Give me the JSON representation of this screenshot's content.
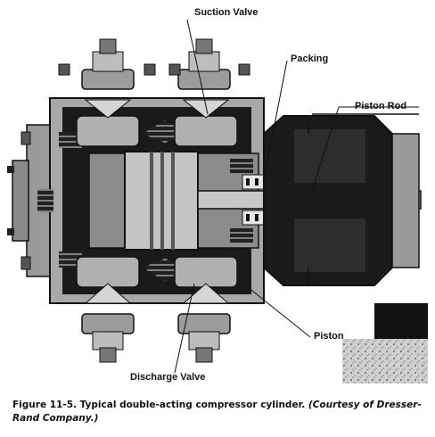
{
  "figure": {
    "labels": {
      "suction_valve": "Suction Valve",
      "packing": "Packing",
      "piston_rod": "Piston Rod",
      "piston": "Piston",
      "discharge_valve": "Discharge Valve"
    },
    "caption": {
      "text": "Figure 11-5. Typical double-acting compressor cylinder. ",
      "credit": "(Courtesy of Dresser-Rand Company.)"
    }
  }
}
